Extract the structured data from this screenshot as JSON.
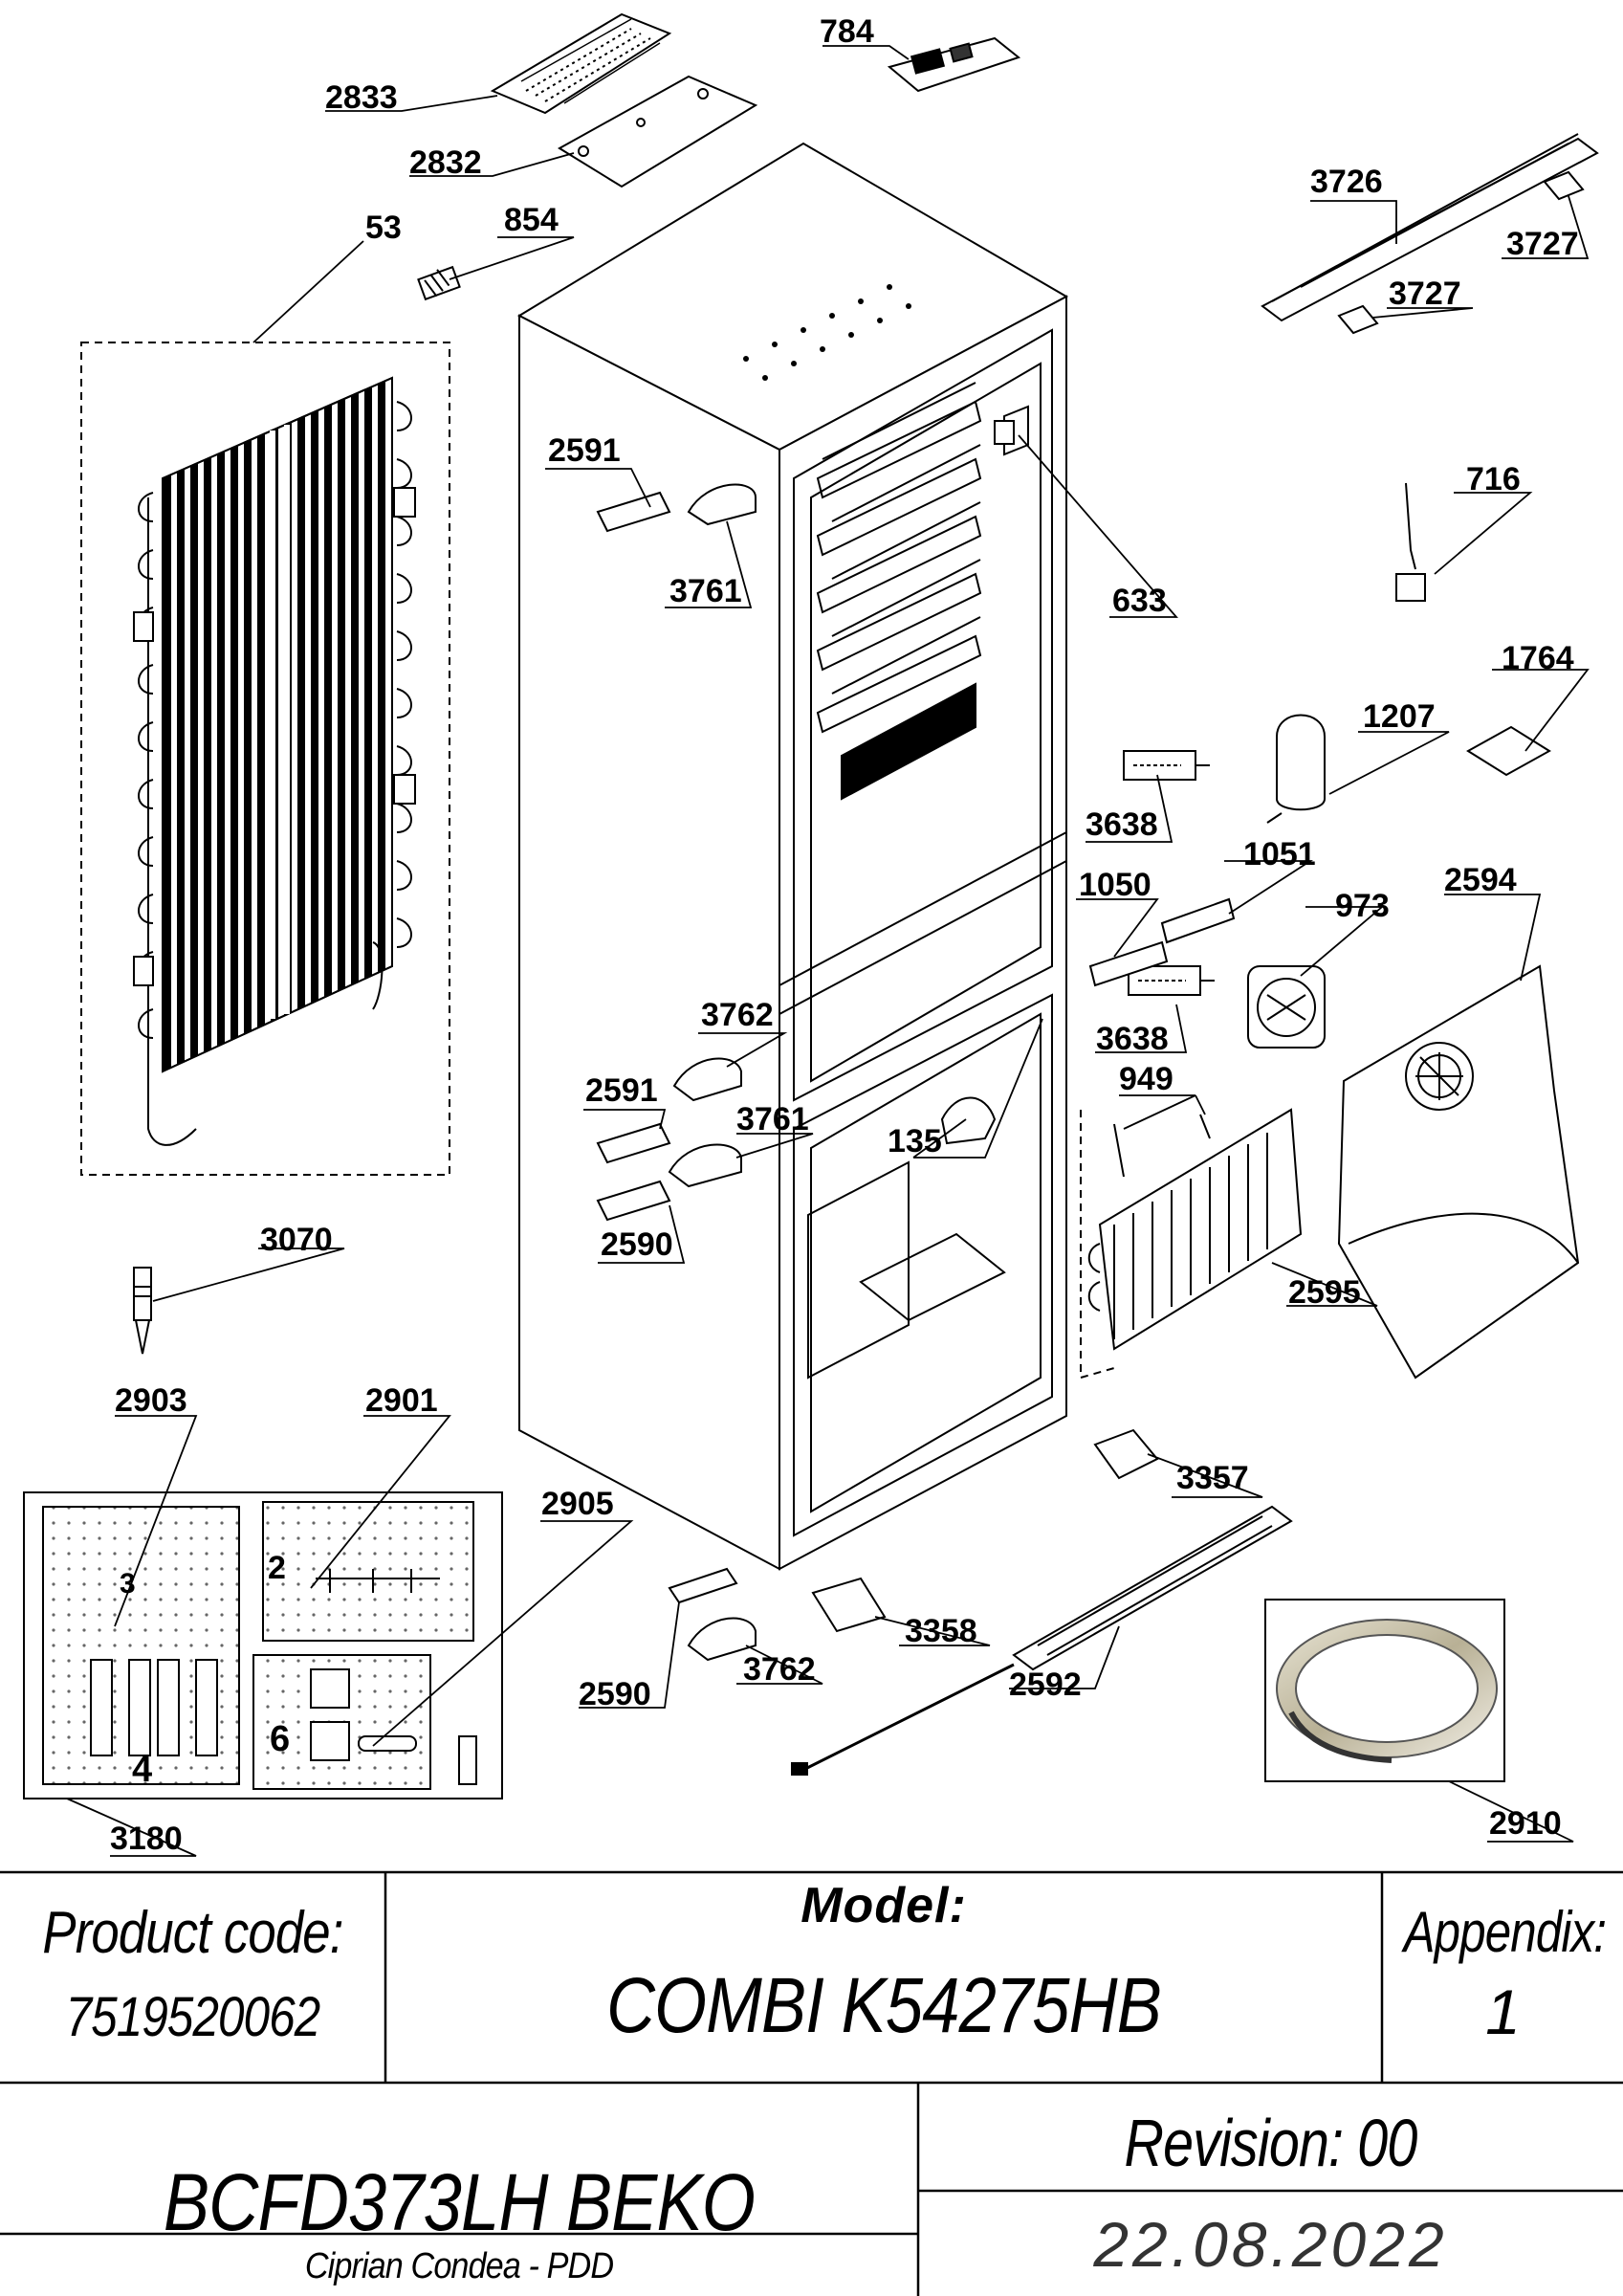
{
  "drawing": {
    "part_labels": {
      "p784": "784",
      "p2833": "2833",
      "p2832": "2832",
      "p53": "53",
      "p854": "854",
      "p3726": "3726",
      "p3727a": "3727",
      "p3727b": "3727",
      "p2591a": "2591",
      "p3761a": "3761",
      "p633": "633",
      "p716": "716",
      "p1764": "1764",
      "p1207": "1207",
      "p3638a": "3638",
      "p1051": "1051",
      "p1050": "1050",
      "p2594": "2594",
      "p973": "973",
      "p3638b": "3638",
      "p3762a": "3762",
      "p2591b": "2591",
      "p3761b": "3761",
      "p135": "135",
      "p949": "949",
      "p2590a": "2590",
      "p3070": "3070",
      "p2595": "2595",
      "p2903": "2903",
      "p2901": "2901",
      "p2905": "2905",
      "p3357": "3357",
      "p3358": "3358",
      "p3762b": "3762",
      "p2590b": "2590",
      "p2592": "2592",
      "p2910": "2910",
      "p3180": "3180"
    },
    "sticker_numbers": {
      "n2": "2",
      "n3": "3",
      "n4": "4",
      "n6": "6"
    }
  },
  "title_block": {
    "product_code_label": "Product code:",
    "product_code_value": "7519520062",
    "model_label": "Model:",
    "model_value": "COMBI K54275HB",
    "appendix_label": "Appendix:",
    "appendix_value": "1",
    "product_name": "BCFD373LH BEKO",
    "revision": "Revision: 00",
    "date": "22.08.2022",
    "author": "Ciprian Condea - PDD"
  }
}
